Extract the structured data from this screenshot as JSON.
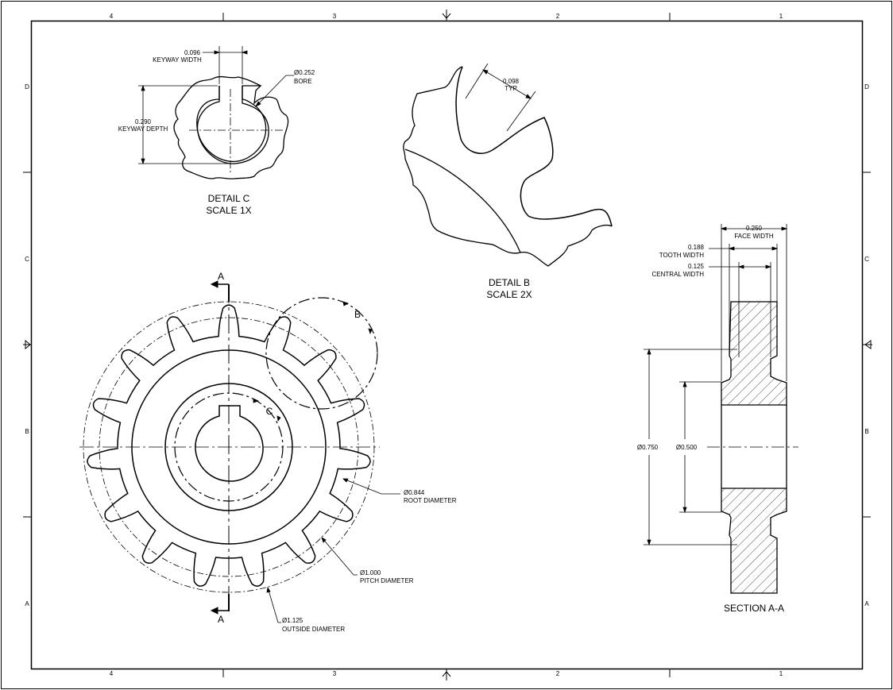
{
  "border": {
    "columns": [
      "4",
      "3",
      "2",
      "1"
    ],
    "rows": [
      "D",
      "C",
      "B",
      "A"
    ]
  },
  "detail_c": {
    "title": "DETAIL  C",
    "scale": "SCALE  1X",
    "keyway_width_value": "0.096",
    "keyway_width_label": "KEYWAY WIDTH",
    "keyway_depth_value": "0.290",
    "keyway_depth_label": "KEYWAY DEPTH",
    "bore_value": "Ø0.252",
    "bore_label": "BORE"
  },
  "detail_b": {
    "title": "DETAIL  B",
    "scale": "SCALE  2X",
    "typ_value": "0.098",
    "typ_label": "TYP"
  },
  "front_view": {
    "section_letter_top": "A",
    "section_letter_bottom": "A",
    "detail_b_marker": "B",
    "detail_c_marker": "C",
    "root_value": "Ø0.844",
    "root_label": "ROOT DIAMETER",
    "pitch_value": "Ø1.000",
    "pitch_label": "PITCH DIAMETER",
    "outside_value": "Ø1.125",
    "outside_label": "OUTSIDE DIAMETER"
  },
  "section_aa": {
    "title": "SECTION A-A",
    "face_width_value": "0.250",
    "face_width_label": "FACE WIDTH",
    "tooth_width_value": "0.188",
    "tooth_width_label": "TOOTH WIDTH",
    "central_width_value": "0.125",
    "central_width_label": "CENTRAL WIDTH",
    "dia_large": "Ø0.750",
    "dia_small": "Ø0.500"
  }
}
